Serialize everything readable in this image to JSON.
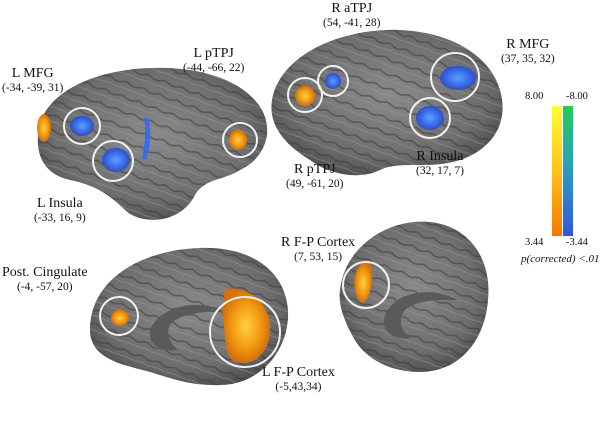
{
  "regions": {
    "l_mfg": {
      "name": "L  MFG",
      "coord": "(-34, -39, 31)"
    },
    "l_ptpj": {
      "name": "L pTPJ",
      "coord": "(-44, -66, 22)"
    },
    "l_insula": {
      "name": "L Insula",
      "coord": "(-33, 16, 9)"
    },
    "r_atpj": {
      "name": "R aTPJ",
      "coord": "(54, -41, 28)"
    },
    "r_mfg": {
      "name": "R  MFG",
      "coord": "(37, 35, 32)"
    },
    "r_ptpj": {
      "name": "R pTPJ",
      "coord": "(49, -61, 20)"
    },
    "r_insula": {
      "name": "R Insula",
      "coord": "(32, 17, 7)"
    },
    "post_cing": {
      "name": "Post. Cingulate",
      "coord": "(-4, -57, 20)"
    },
    "r_fp": {
      "name": "R F-P Cortex",
      "coord": "(7, 53, 15)"
    },
    "l_fp": {
      "name": "L F-P Cortex",
      "coord": "(-5,43,34)"
    }
  },
  "colorbar": {
    "pos_max": "8.00",
    "neg_max": "-8.00",
    "pos_min": "3.44",
    "neg_min": "-3.44",
    "caption": "p(corrected) <.01",
    "colors": {
      "pos_top": "#ffff33",
      "pos_bottom": "#f07a00",
      "neg_top": "#22cc55",
      "neg_bottom": "#3355dd"
    }
  }
}
